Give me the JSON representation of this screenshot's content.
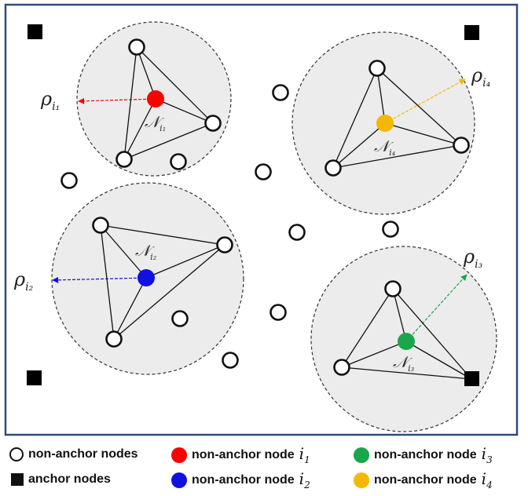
{
  "labels": {
    "rho_i1": {
      "base": "ρ",
      "sub": "i₁"
    },
    "rho_i2": {
      "base": "ρ",
      "sub": "i₂"
    },
    "rho_i3": {
      "base": "ρ",
      "sub": "i₃"
    },
    "rho_i4": {
      "base": "ρ",
      "sub": "i₄"
    },
    "n_i1": {
      "base": "𝒩",
      "sub": "i₁"
    },
    "n_i2": {
      "base": "𝒩",
      "sub": "i₂"
    },
    "n_i3": {
      "base": "𝒩",
      "sub": "i₃"
    },
    "n_i4": {
      "base": "𝒩",
      "sub": "i₄"
    }
  },
  "legend": {
    "non_anchor_nodes": "non-anchor nodes",
    "anchor_nodes": "anchor nodes",
    "node_i1": {
      "text": "non-anchor node",
      "base": "i",
      "sub": "1"
    },
    "node_i2": {
      "text": "non-anchor node",
      "base": "i",
      "sub": "2"
    },
    "node_i3": {
      "text": "non-anchor node",
      "base": "i",
      "sub": "3"
    },
    "node_i4": {
      "text": "non-anchor node",
      "base": "i",
      "sub": "4"
    }
  },
  "colors": {
    "frame": "#2f4a7d",
    "region_fill": "#ececec",
    "node_i1": "#ff0000",
    "node_i2": "#1010e0",
    "node_i3": "#1aa64a",
    "node_i4": "#f5b800",
    "anchor": "#000000"
  }
}
